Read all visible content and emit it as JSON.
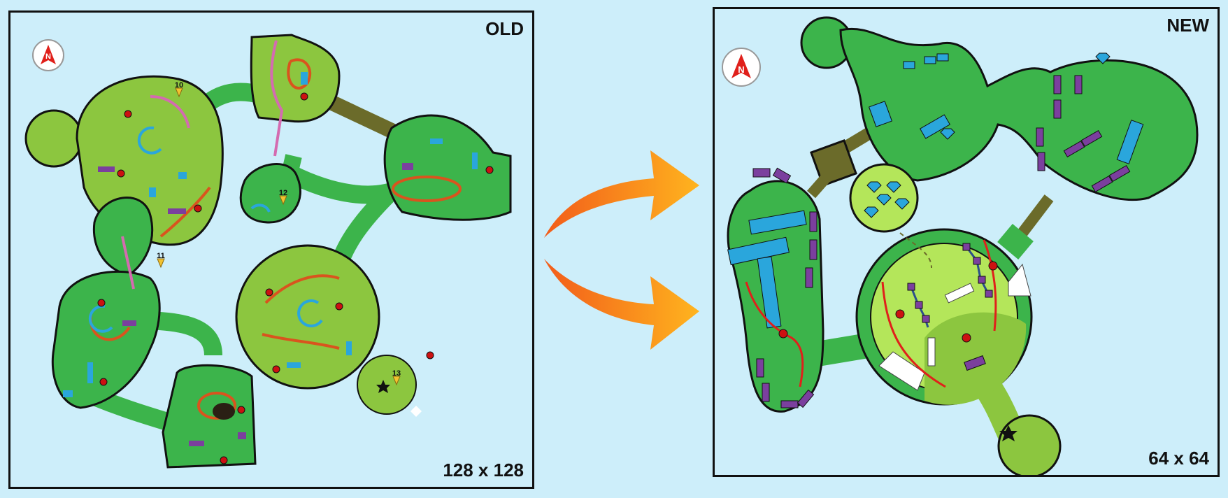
{
  "old_map": {
    "label": "OLD",
    "size": "128 x 128",
    "compass": "N",
    "markers": [
      "10",
      "11",
      "12",
      "13"
    ]
  },
  "new_map": {
    "label": "NEW",
    "size": "64 x 64",
    "compass": "N"
  },
  "colors": {
    "background": "#cdeefa",
    "light_green": "#8cc63f",
    "mid_green": "#3cb44b",
    "lime": "#b4e65a",
    "outline": "#111111",
    "bridge": "#6b6b2a",
    "water_block": "#2aa6dc",
    "purple_block": "#7b3f9e",
    "path_orange": "#d9541e",
    "path_red": "#e0201b",
    "path_pink": "#d46bb0",
    "arrow_start": "#f25c1a",
    "arrow_end": "#ffb41e"
  },
  "icons": [
    "compass-icon",
    "lock-icon",
    "door-icon",
    "gem-icon",
    "star-icon",
    "bed-icon",
    "scroll-icon",
    "ladder-icon",
    "enemy-icon",
    "marker-icon"
  ]
}
